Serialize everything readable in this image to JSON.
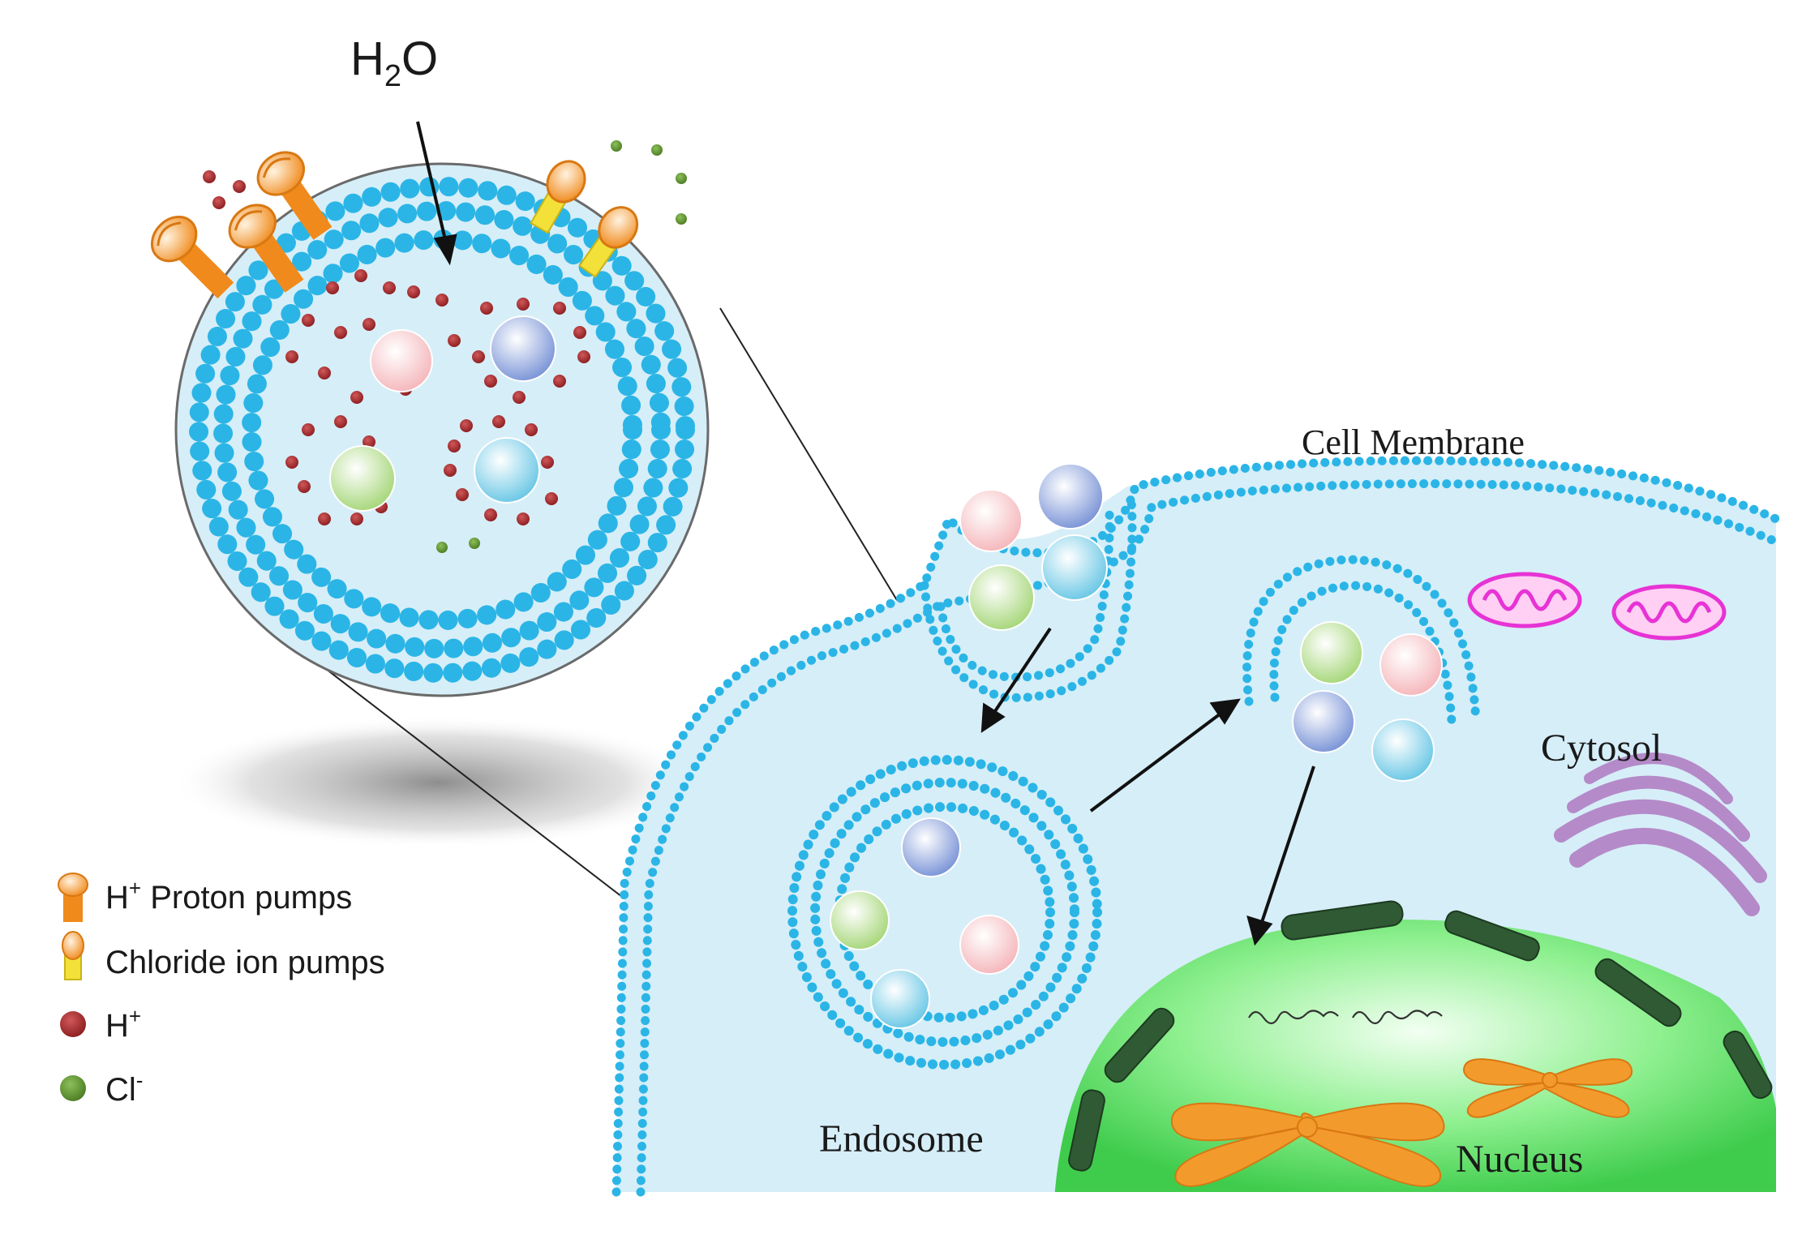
{
  "labels": {
    "water": "H",
    "water_sub": "2",
    "water_o": "O",
    "cell_membrane": "Cell Membrane",
    "cytosol": "Cytosol",
    "endosome": "Endosome",
    "nucleus": "Nucleus"
  },
  "legend": {
    "items": [
      {
        "symbol": "proton-pump",
        "base": "H",
        "sup": "+",
        "text": " Proton pumps"
      },
      {
        "symbol": "chloride-pump",
        "base": "",
        "sup": "",
        "text": "Chloride ion pumps"
      },
      {
        "symbol": "h-ion",
        "base": "H",
        "sup": "+",
        "text": ""
      },
      {
        "symbol": "cl-ion",
        "base": "Cl",
        "sup": "-",
        "text": ""
      }
    ]
  },
  "colors": {
    "membrane": "#2bb5e6",
    "cytosol": "#d6eef8",
    "proton_pump": "#f08a1c",
    "chloride_pump": "#f3e13a",
    "h_ion": "#a3282a",
    "cl_ion": "#5b8f2e",
    "nucleus": "#5fe06a",
    "nuclear_pore": "#2f5a34",
    "chromosome": "#f39a2d",
    "mitochondria": "#e733d5",
    "golgi": "#b58ac9"
  }
}
